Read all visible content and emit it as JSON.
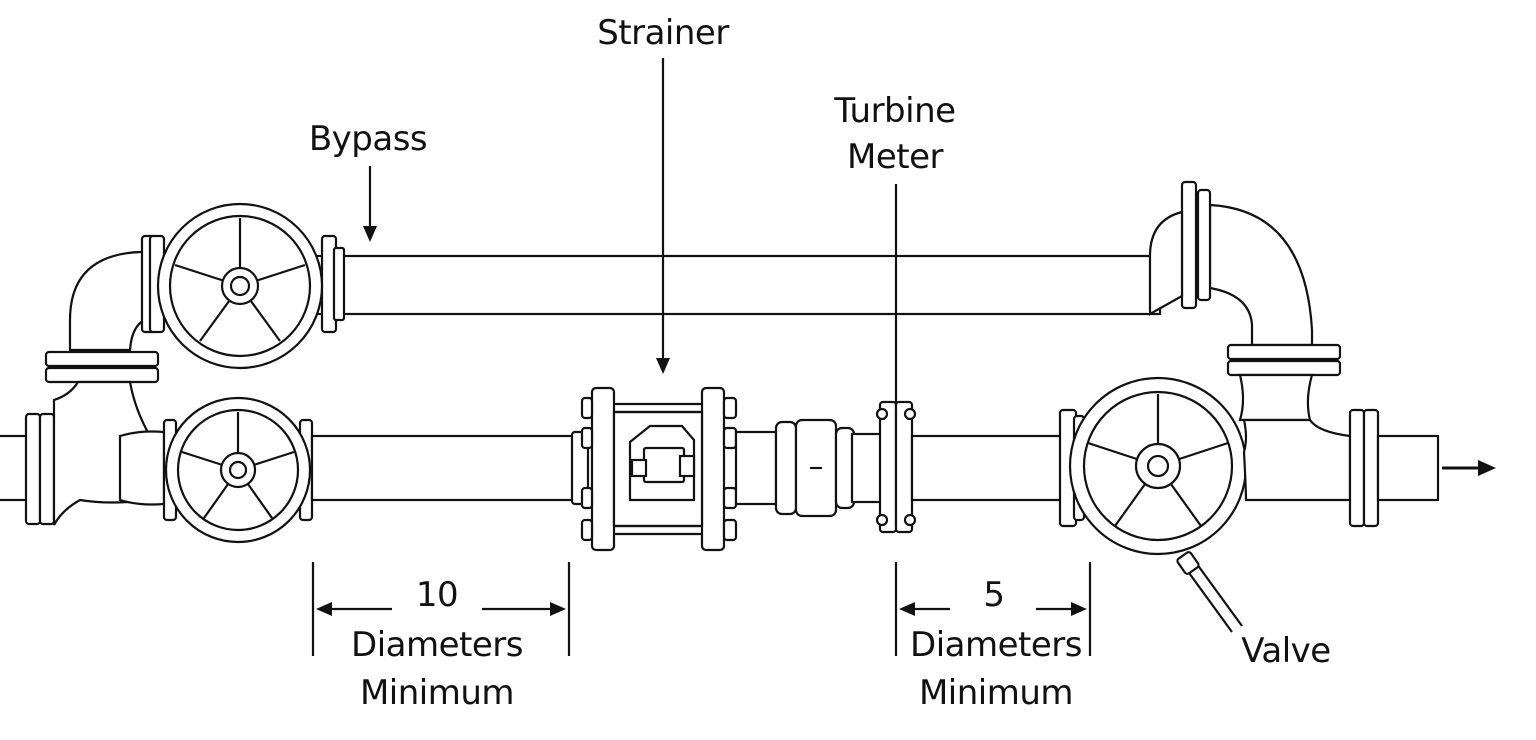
{
  "labels": {
    "strainer": "Strainer",
    "bypass": "Bypass",
    "turbine_meter_line1": "Turbine",
    "turbine_meter_line2": "Meter",
    "valve": "Valve",
    "upstream_count": "10",
    "upstream_unit": "Diameters",
    "upstream_qualifier": "Minimum",
    "downstream_count": "5",
    "downstream_unit": "Diameters",
    "downstream_qualifier": "Minimum"
  },
  "colors": {
    "line": "#111111",
    "background": "#ffffff"
  }
}
